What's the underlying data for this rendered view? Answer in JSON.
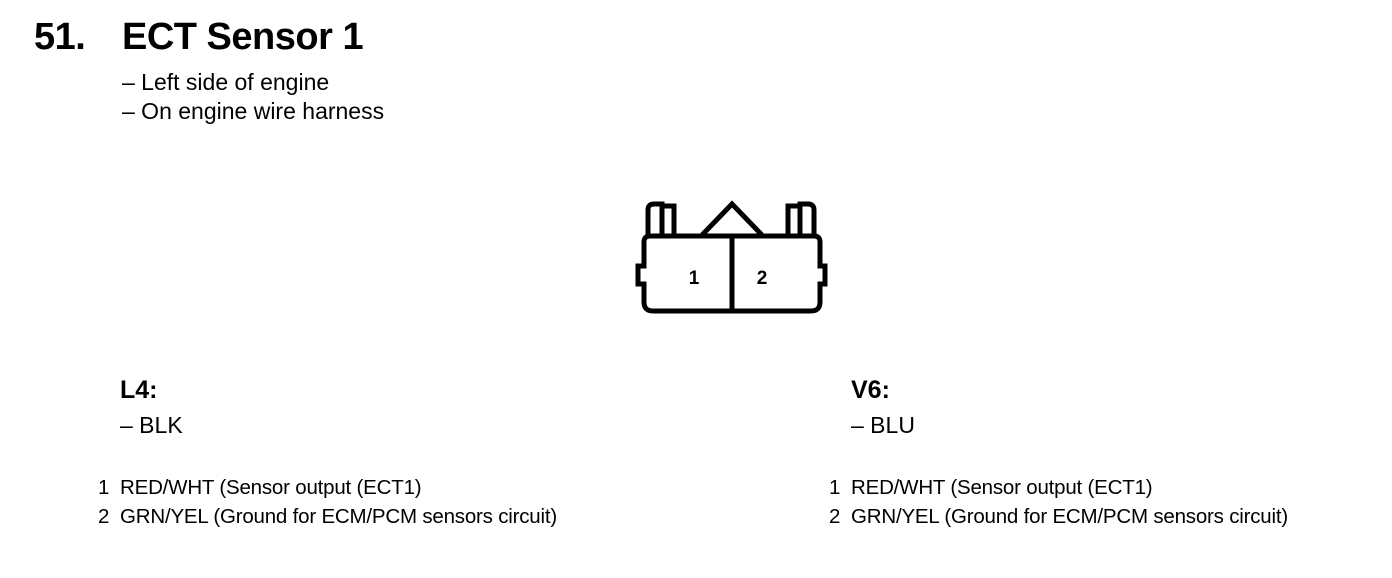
{
  "header": {
    "number": "51.",
    "title": "ECT Sensor 1",
    "locations": [
      "– Left side of engine",
      "– On engine wire harness"
    ]
  },
  "connector": {
    "terminal_labels": [
      "1",
      "2"
    ]
  },
  "variants": [
    {
      "name": "L4:",
      "color": "– BLK",
      "pins": [
        {
          "num": "1",
          "desc": "RED/WHT (Sensor output (ECT1)"
        },
        {
          "num": "2",
          "desc": "GRN/YEL (Ground for ECM/PCM sensors circuit)"
        }
      ]
    },
    {
      "name": "V6:",
      "color": "– BLU",
      "pins": [
        {
          "num": "1",
          "desc": "RED/WHT (Sensor output (ECT1)"
        },
        {
          "num": "2",
          "desc": "GRN/YEL (Ground for ECM/PCM sensors circuit)"
        }
      ]
    }
  ]
}
